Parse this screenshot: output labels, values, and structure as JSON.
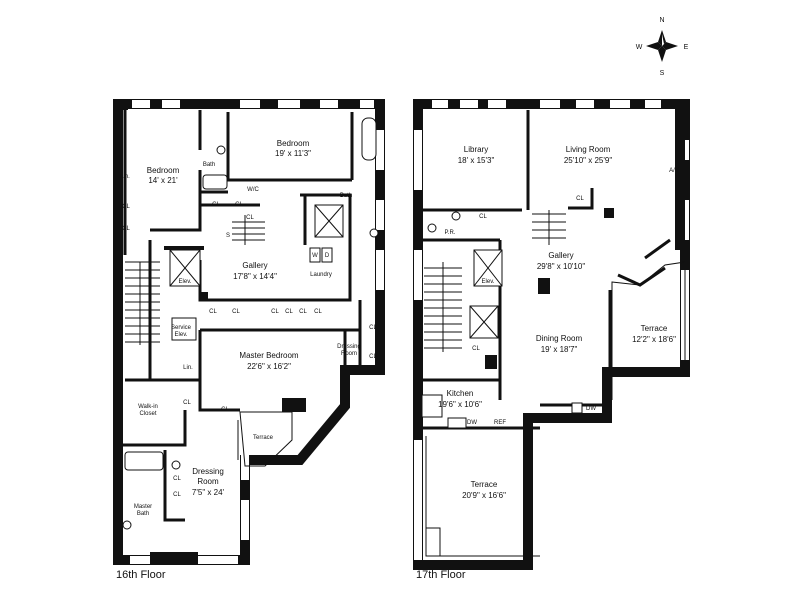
{
  "compass": {
    "n": "N",
    "s": "S",
    "e": "E",
    "w": "W"
  },
  "floor16": {
    "caption": "16th Floor",
    "bedroom_a": {
      "name": "Bedroom",
      "dims": "14' x 21'"
    },
    "bedroom_b": {
      "name": "Bedroom",
      "dims": "19' x 11'3\""
    },
    "gallery": {
      "name": "Gallery",
      "dims": "17'8\" x 14'4\""
    },
    "master_bedroom": {
      "name": "Master Bedroom",
      "dims": "22'6\" x 16'2\""
    },
    "dressing_room_large": {
      "name_line1": "Dressing",
      "name_line2": "Room",
      "dims": "7'5\" x 24'"
    },
    "labels": {
      "bath_a": "Bath",
      "bath_b": "Bath",
      "wic": "W/C",
      "laundry": "Laundry",
      "w": "W",
      "d": "D",
      "elev": "Elev.",
      "service_elev_1": "Service",
      "service_elev_2": "Elev.",
      "walkin_1": "Walk-in",
      "walkin_2": "Closet",
      "dressing_1": "Dressing",
      "dressing_2": "Room",
      "master_bath_1": "Master",
      "master_bath_2": "Bath",
      "terrace": "Terrace",
      "cl": "CL",
      "lin": "Lin.",
      "s": "S"
    }
  },
  "floor17": {
    "caption": "17th Floor",
    "library": {
      "name": "Library",
      "dims": "18' x 15'3\""
    },
    "living_room": {
      "name": "Living Room",
      "dims": "25'10\" x 25'9\""
    },
    "gallery": {
      "name": "Gallery",
      "dims": "29'8\" x 10'10\""
    },
    "dining_room": {
      "name": "Dining Room",
      "dims": "19' x 18'7\""
    },
    "terrace_east": {
      "name": "Terrace",
      "dims": "12'2\" x 18'6\""
    },
    "kitchen": {
      "name": "Kitchen",
      "dims": "19'6\" x 10'6\""
    },
    "terrace_south": {
      "name": "Terrace",
      "dims": "20'9\" x 16'6\""
    },
    "labels": {
      "pr": "P.R.",
      "cl": "CL",
      "elev": "Elev.",
      "dw": "DW",
      "ref": "REF",
      "av": "A/V"
    }
  }
}
